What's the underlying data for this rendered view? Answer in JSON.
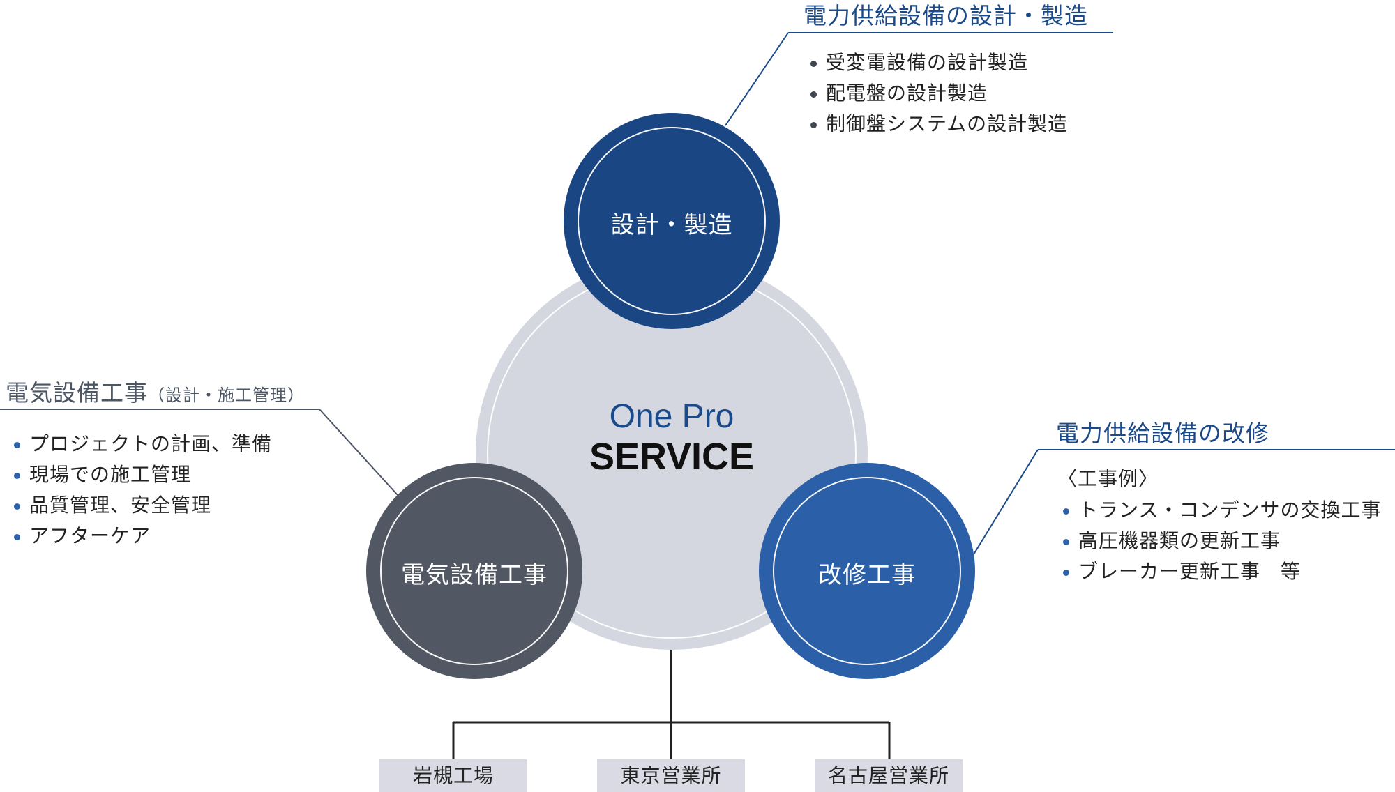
{
  "center": {
    "line1": "One Pro",
    "line2": "SERVICE"
  },
  "circles": {
    "design": {
      "label": "設計・製造"
    },
    "construction": {
      "label": "電気設備工事"
    },
    "renovation": {
      "label": "改修工事"
    }
  },
  "sections": {
    "design": {
      "heading": "電力供給設備の設計・製造",
      "items": [
        "受変電設備の設計製造",
        "配電盤の設計製造",
        "制御盤システムの設計製造"
      ]
    },
    "construction": {
      "heading": "電気設備工事",
      "heading_sub": "（設計・施工管理）",
      "items": [
        "プロジェクトの計画、準備",
        "現場での施工管理",
        "品質管理、安全管理",
        "アフターケア"
      ]
    },
    "renovation": {
      "heading": "電力供給設備の改修",
      "example_label": "〈工事例〉",
      "items": [
        "トランス・コンデンサの交換工事",
        "高圧機器類の更新工事",
        "ブレーカー更新工事　等"
      ]
    }
  },
  "offices": [
    "岩槻工場",
    "東京営業所",
    "名古屋営業所"
  ],
  "colors": {
    "design_circle": "#1b4684",
    "construction_circle": "#525863",
    "renovation_circle": "#2b5fa8",
    "center_circle": "#d5d7e0",
    "office_box": "#d9dae3"
  }
}
